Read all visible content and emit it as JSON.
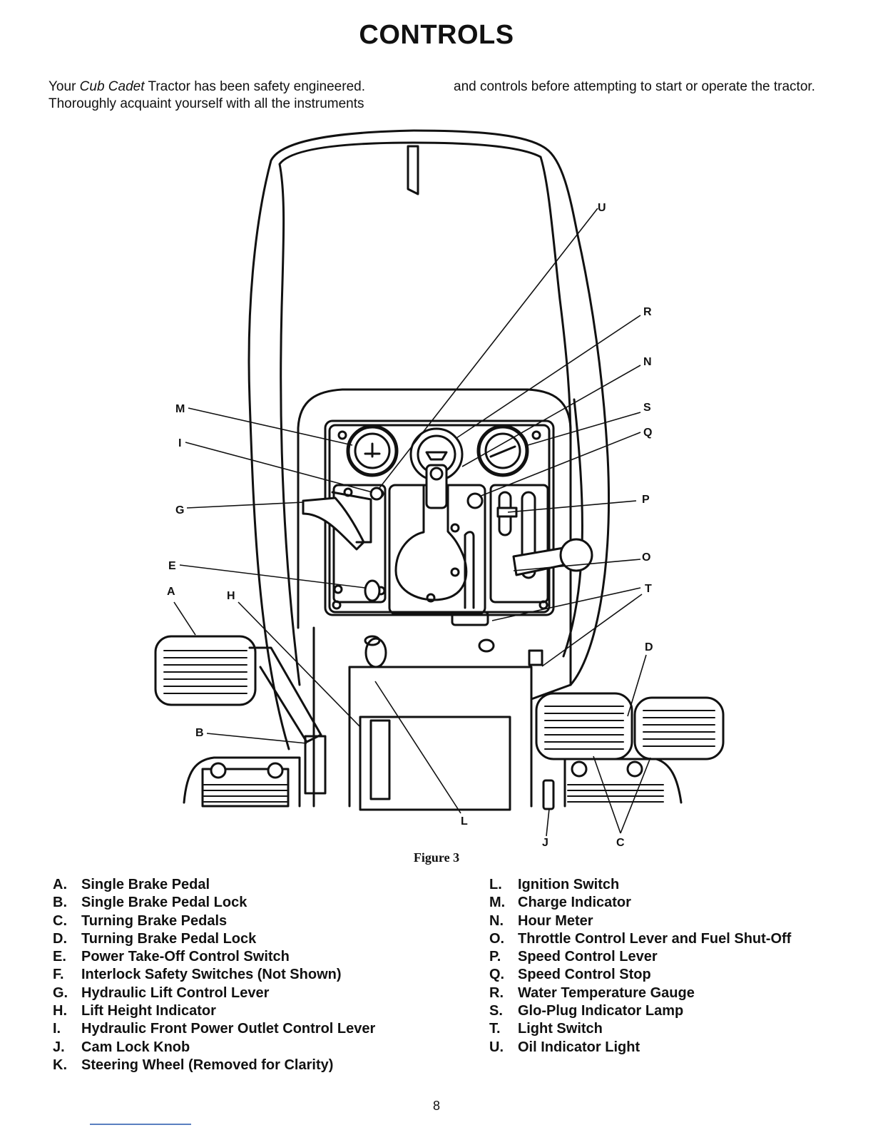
{
  "page": {
    "title": "CONTROLS",
    "intro_left": {
      "before": "Your ",
      "emphasis": "Cub Cadet",
      "after": " Tractor has been safety engineered. Thoroughly acquaint yourself with all the instruments"
    },
    "intro_right": "and controls before attempting to start or operate the tractor.",
    "figure_caption": "Figure 3",
    "page_number": "8"
  },
  "figure": {
    "callouts": {
      "U": "U",
      "R": "R",
      "N": "N",
      "S": "S",
      "Q": "Q",
      "P": "P",
      "O": "O",
      "T": "T",
      "D": "D",
      "M": "M",
      "I": "I",
      "G": "G",
      "E": "E",
      "A": "A",
      "H": "H",
      "B": "B",
      "L": "L",
      "J": "J",
      "C": "C"
    }
  },
  "legend": {
    "left": [
      {
        "letter": "A.",
        "text": "Single Brake Pedal"
      },
      {
        "letter": "B.",
        "text": "Single Brake Pedal Lock"
      },
      {
        "letter": "C.",
        "text": "Turning Brake Pedals"
      },
      {
        "letter": "D.",
        "text": "Turning Brake Pedal Lock"
      },
      {
        "letter": "E.",
        "text": "Power Take-Off Control Switch"
      },
      {
        "letter": "F.",
        "text": "Interlock Safety Switches (Not Shown)"
      },
      {
        "letter": "G.",
        "text": "Hydraulic Lift Control Lever"
      },
      {
        "letter": "H.",
        "text": "Lift Height Indicator"
      },
      {
        "letter": "I.",
        "text": "Hydraulic Front Power Outlet Control Lever"
      },
      {
        "letter": "J.",
        "text": "Cam Lock Knob"
      },
      {
        "letter": "K.",
        "text": "Steering Wheel (Removed for Clarity)"
      }
    ],
    "right": [
      {
        "letter": "L.",
        "text": "Ignition Switch"
      },
      {
        "letter": "M.",
        "text": "Charge Indicator"
      },
      {
        "letter": "N.",
        "text": "Hour Meter"
      },
      {
        "letter": "O.",
        "text": "Throttle Control Lever and Fuel Shut-Off"
      },
      {
        "letter": "P.",
        "text": "Speed Control Lever"
      },
      {
        "letter": "Q.",
        "text": "Speed Control Stop"
      },
      {
        "letter": "R.",
        "text": "Water Temperature Gauge"
      },
      {
        "letter": "S.",
        "text": "Glo-Plug Indicator Lamp"
      },
      {
        "letter": "T.",
        "text": "Light Switch"
      },
      {
        "letter": "U.",
        "text": "Oil Indicator Light"
      }
    ]
  }
}
